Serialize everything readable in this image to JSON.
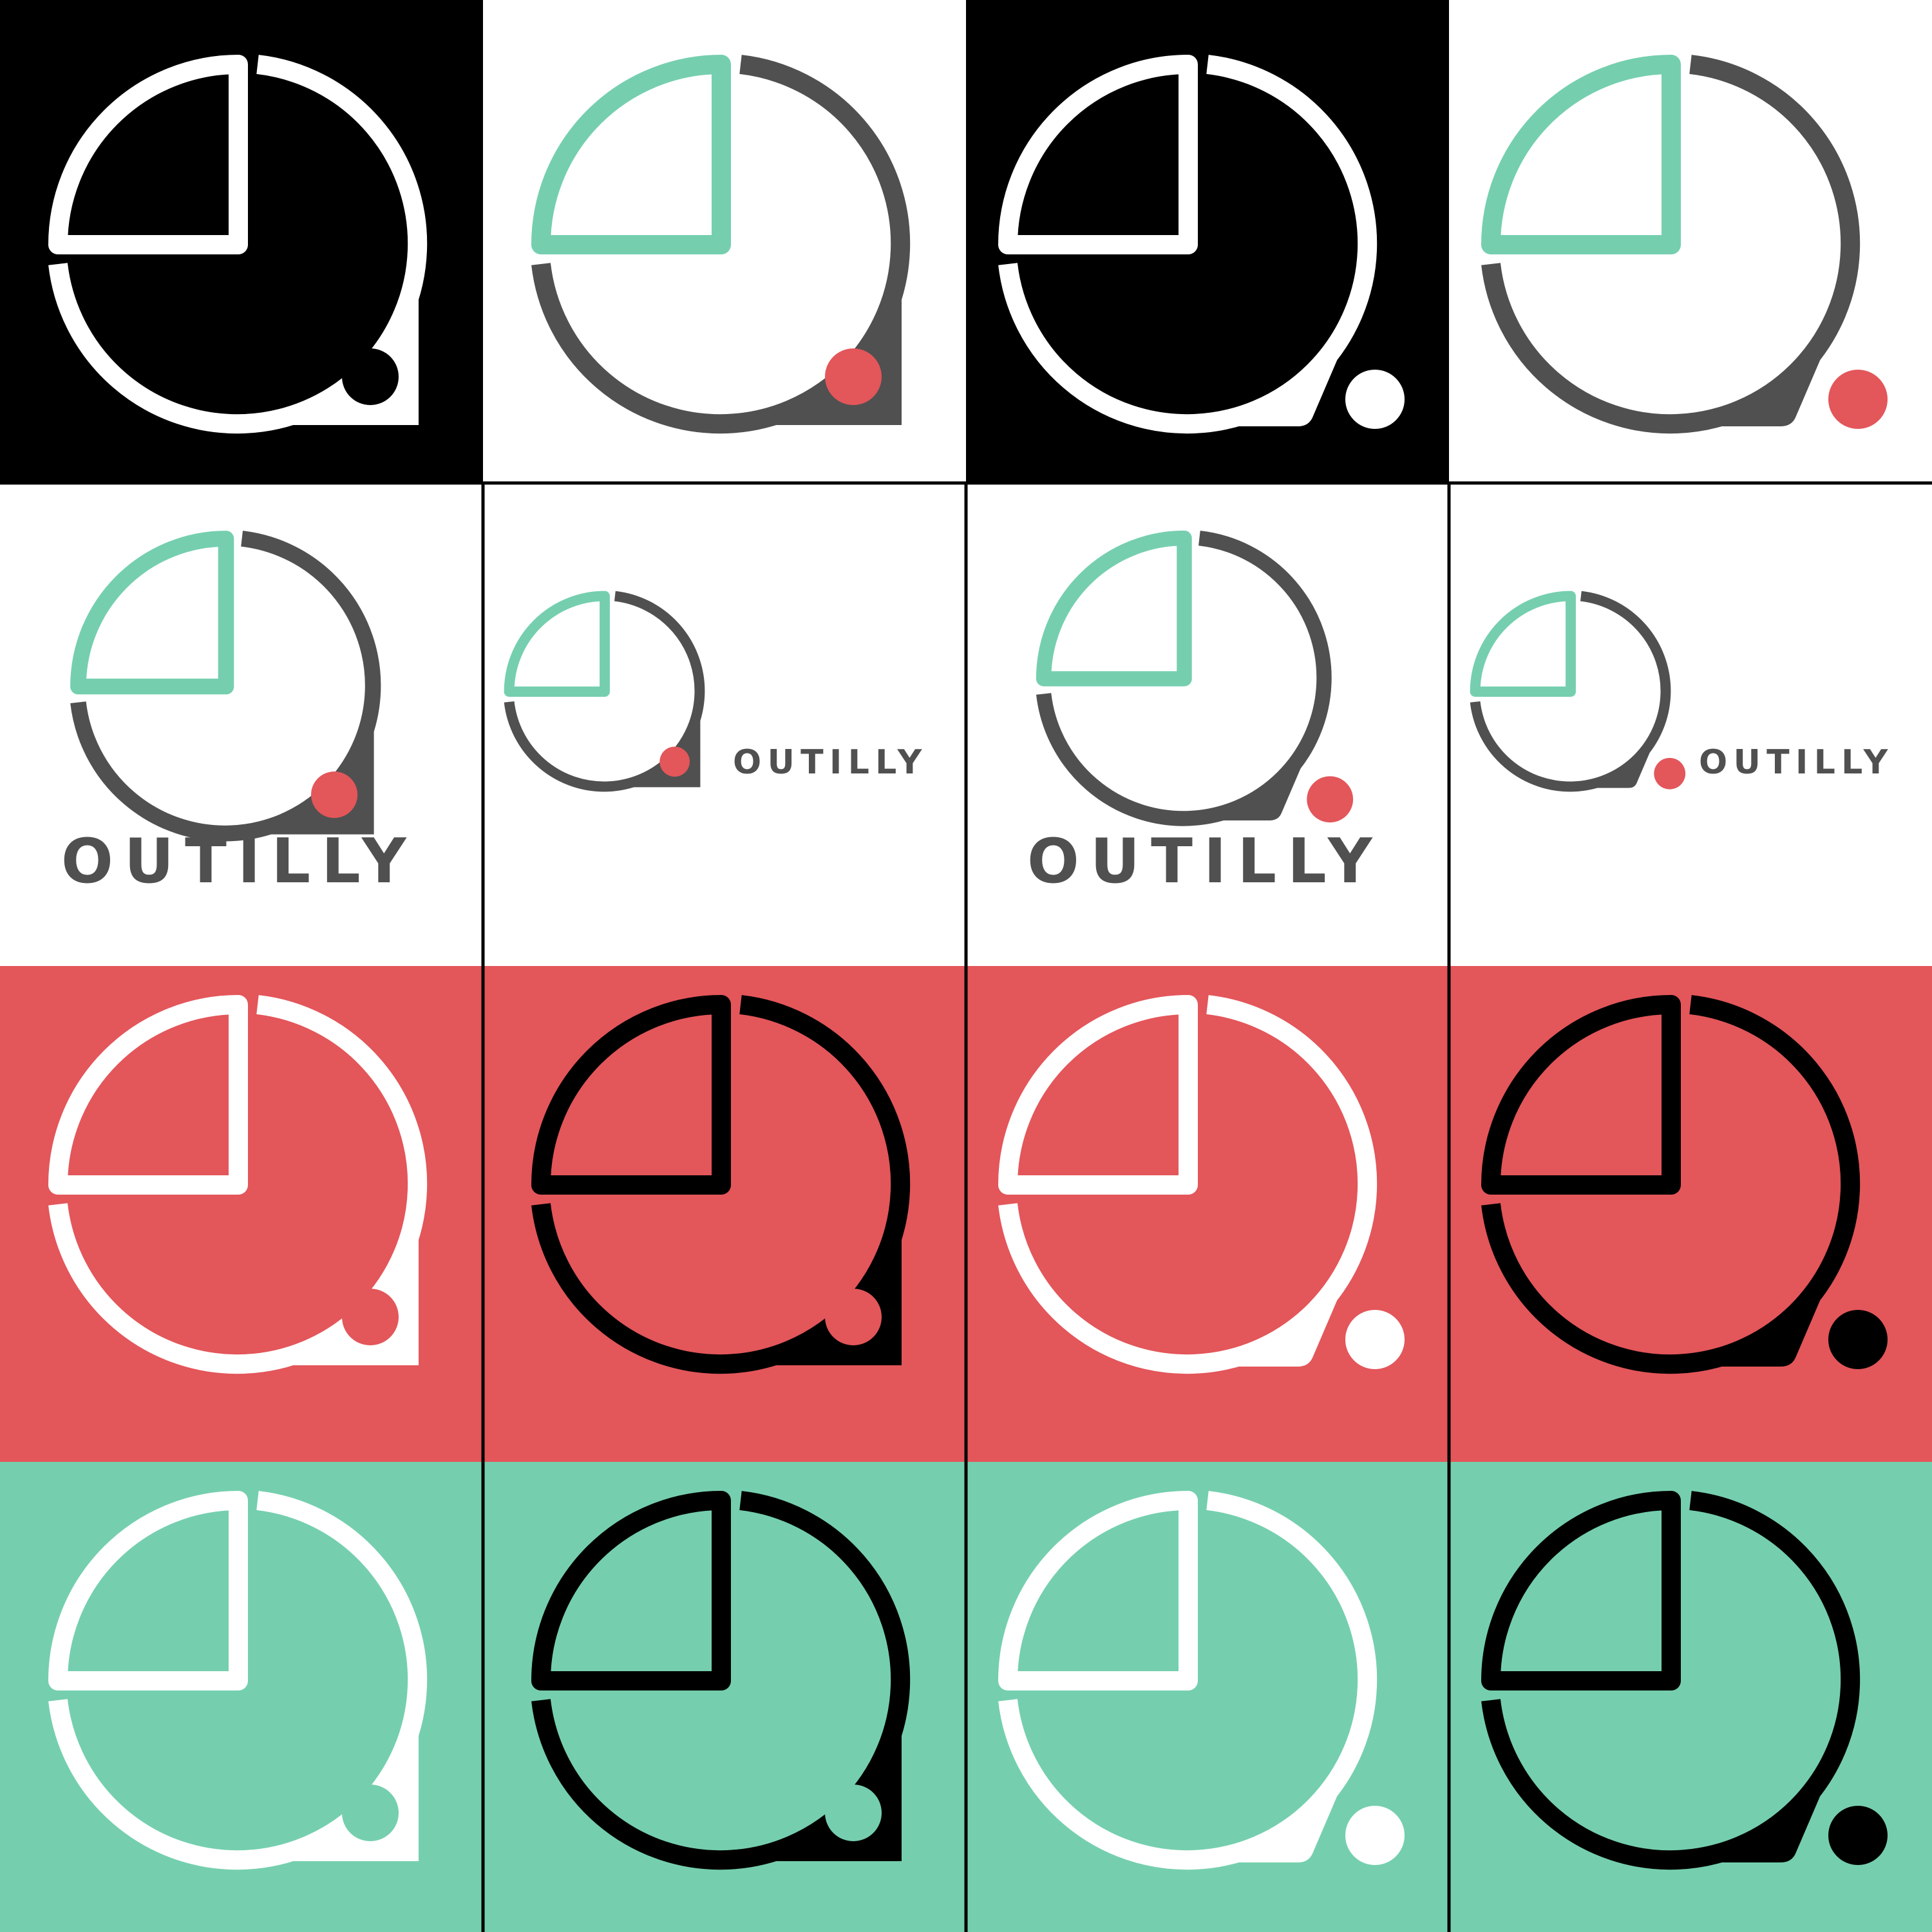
{
  "sheet": {
    "title": "",
    "brand_name": "OUTILLY",
    "colors": {
      "black": "#000000",
      "white": "#ffffff",
      "mint": "#75cfae",
      "red": "#e3565a",
      "gray": "#505050"
    },
    "rows": [
      {
        "name": "black-white-row",
        "cells": [
          {
            "bg": "black",
            "variant": "square",
            "quarter": "white",
            "ring": "white",
            "dot": "black",
            "word": false
          },
          {
            "bg": "white",
            "variant": "square",
            "quarter": "mint",
            "ring": "gray",
            "dot": "red",
            "word": false
          },
          {
            "bg": "black",
            "variant": "tail",
            "quarter": "white",
            "ring": "white",
            "dot": "white",
            "word": false
          },
          {
            "bg": "white",
            "variant": "tail",
            "quarter": "mint",
            "ring": "gray",
            "dot": "red",
            "word": false
          }
        ]
      },
      {
        "name": "wordmark-row",
        "cells": [
          {
            "bg": "white",
            "variant": "square",
            "quarter": "mint",
            "ring": "gray",
            "dot": "red",
            "word": "below"
          },
          {
            "bg": "white",
            "variant": "square",
            "quarter": "mint",
            "ring": "gray",
            "dot": "red",
            "word": "right"
          },
          {
            "bg": "white",
            "variant": "tail",
            "quarter": "mint",
            "ring": "gray",
            "dot": "red",
            "word": "below"
          },
          {
            "bg": "white",
            "variant": "tail",
            "quarter": "mint",
            "ring": "gray",
            "dot": "red",
            "word": "right"
          }
        ]
      },
      {
        "name": "red-row",
        "cells": [
          {
            "bg": "red",
            "variant": "square",
            "quarter": "white",
            "ring": "white",
            "dot": "red",
            "word": false
          },
          {
            "bg": "red",
            "variant": "square",
            "quarter": "black",
            "ring": "black",
            "dot": "red",
            "word": false
          },
          {
            "bg": "red",
            "variant": "tail",
            "quarter": "white",
            "ring": "white",
            "dot": "white",
            "word": false
          },
          {
            "bg": "red",
            "variant": "tail",
            "quarter": "black",
            "ring": "black",
            "dot": "black",
            "word": false
          }
        ]
      },
      {
        "name": "mint-row",
        "cells": [
          {
            "bg": "mint",
            "variant": "square",
            "quarter": "white",
            "ring": "white",
            "dot": "mint",
            "word": false
          },
          {
            "bg": "mint",
            "variant": "square",
            "quarter": "black",
            "ring": "black",
            "dot": "mint",
            "word": false
          },
          {
            "bg": "mint",
            "variant": "tail",
            "quarter": "white",
            "ring": "white",
            "dot": "white",
            "word": false
          },
          {
            "bg": "mint",
            "variant": "tail",
            "quarter": "black",
            "ring": "black",
            "dot": "black",
            "word": false
          }
        ]
      }
    ]
  }
}
